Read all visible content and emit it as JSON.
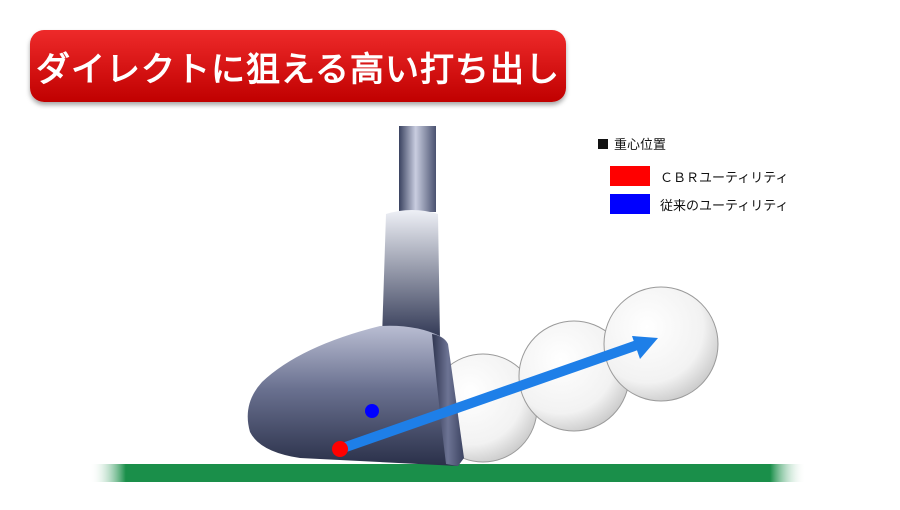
{
  "title": "ダイレクトに狙える高い打ち出し",
  "legend": {
    "heading": "重心位置",
    "items": [
      {
        "label": "ＣＢＲユーティリティ",
        "color": "#ff0000"
      },
      {
        "label": "従来のユーティリティ",
        "color": "#0000ff"
      }
    ]
  },
  "colors": {
    "banner": "#dd1111",
    "ground": "#1a8f4a",
    "arrow": "#1e7fe8",
    "cbr_dot": "#ff0000",
    "conventional_dot": "#0000ff",
    "club_head": "#5a6280"
  }
}
